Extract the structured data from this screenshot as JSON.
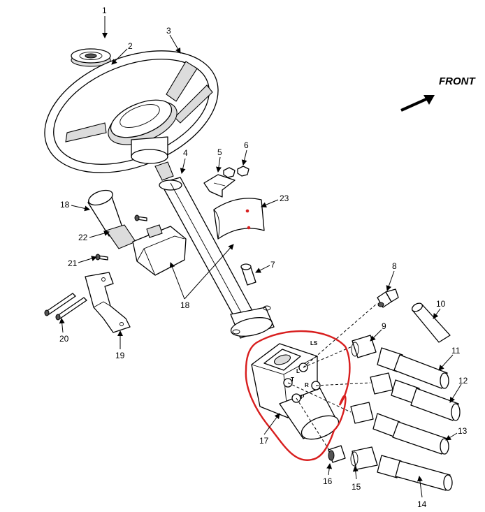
{
  "diagram": {
    "orientation_label": "FRONT",
    "callouts": [
      "1",
      "2",
      "3",
      "4",
      "5",
      "6",
      "7",
      "8",
      "9",
      "10",
      "11",
      "12",
      "13",
      "14",
      "15",
      "16",
      "17",
      "18",
      "18",
      "19",
      "20",
      "21",
      "22",
      "23"
    ],
    "port_labels": [
      "LS",
      "L",
      "T",
      "R",
      "P"
    ],
    "highlight_color": "#d81e1e"
  }
}
